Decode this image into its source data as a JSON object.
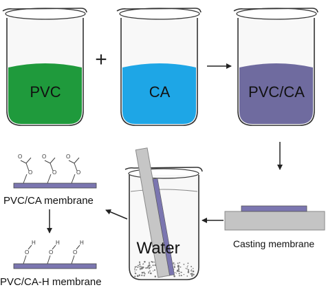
{
  "beakers": [
    {
      "label": "PVC",
      "color": "#1f9a3c"
    },
    {
      "label": "CA",
      "color": "#1ea6e6"
    },
    {
      "label": "PVC/CA",
      "color": "#6f6b9f"
    }
  ],
  "operators": {
    "plus": "+"
  },
  "bath": {
    "label": "Water"
  },
  "casting": {
    "label": "Casting membrane"
  },
  "membranes": {
    "top_label": "PVC/CA membrane",
    "bottom_label": "PVC/CA-H membrane"
  },
  "colors": {
    "membrane": "#7b76b0",
    "plate": "#c4c4c4",
    "outline": "#333333"
  }
}
